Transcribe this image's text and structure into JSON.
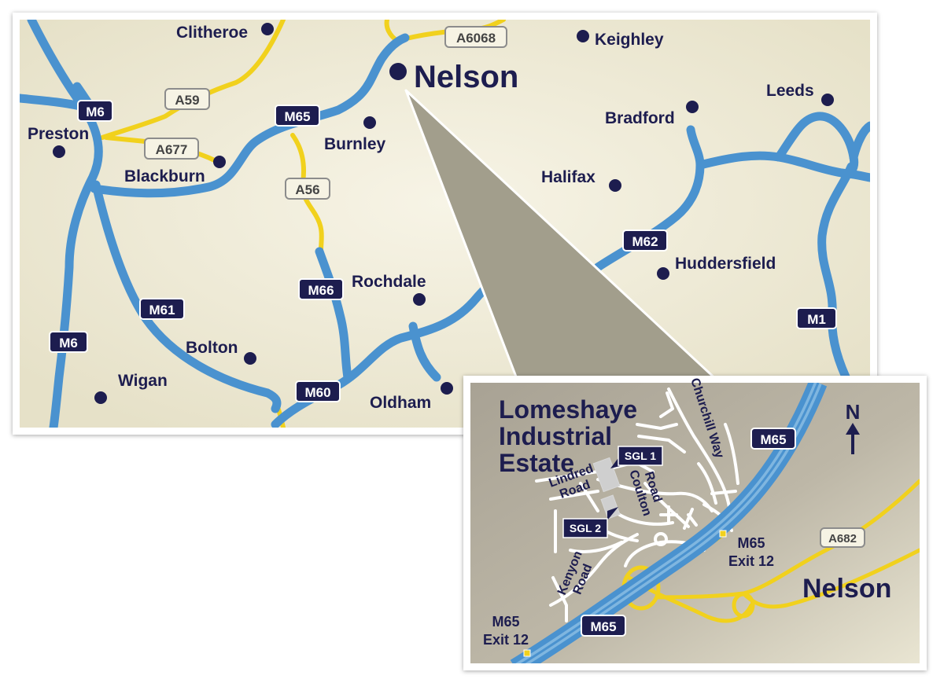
{
  "colors": {
    "land": "#f3efdc",
    "motorway": "#4a92cf",
    "a_road": "#f1d11d",
    "label": "#1d1d4f",
    "inset_land": "#aea89c",
    "pointer": "#a29e8c",
    "local_road": "#ffffff"
  },
  "main_map": {
    "towns": {
      "clitheroe": "Clitheroe",
      "nelson": "Nelson",
      "keighley": "Keighley",
      "leeds": "Leeds",
      "preston": "Preston",
      "burnley": "Burnley",
      "bradford": "Bradford",
      "blackburn": "Blackburn",
      "halifax": "Halifax",
      "huddersfield": "Huddersfield",
      "rochdale": "Rochdale",
      "bolton": "Bolton",
      "wigan": "Wigan",
      "oldham": "Oldham"
    },
    "roads": {
      "m6_north": "M6",
      "m6_south": "M6",
      "m65": "M65",
      "m61": "M61",
      "m66": "M66",
      "m60": "M60",
      "m62": "M62",
      "m1": "M1",
      "a59": "A59",
      "a677": "A677",
      "a56": "A56",
      "a6068": "A6068"
    }
  },
  "inset_map": {
    "title_line1": "Lomeshaye",
    "title_line2": "Industrial",
    "title_line3": "Estate",
    "north_letter": "N",
    "north_arrow_icon": "north-arrow-icon",
    "sites": {
      "sgl1": "SGL 1",
      "sgl2": "SGL 2"
    },
    "streets": {
      "churchill_way": "Churchill Way",
      "lindred_1": "Lindred",
      "lindred_2": "Road",
      "coulton_1": "Coulton",
      "coulton_2": "Road",
      "kenyon_1": "Kenyon",
      "kenyon_2": "Road"
    },
    "roads": {
      "m65_top": "M65",
      "m65_bottom": "M65",
      "a682": "A682"
    },
    "junctions": {
      "exit_right_1": "M65",
      "exit_right_2": "Exit 12",
      "exit_left_1": "M65",
      "exit_left_2": "Exit 12"
    },
    "town": "Nelson"
  }
}
